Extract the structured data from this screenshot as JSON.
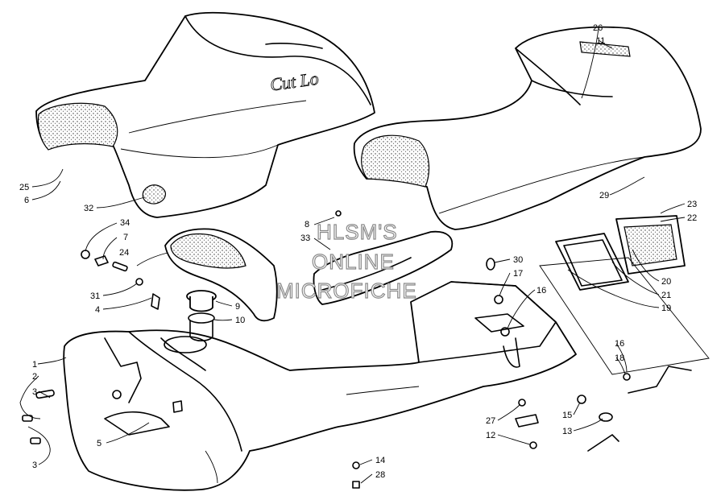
{
  "watermark": {
    "line1": "HLSM'S",
    "line2": "ONLINE",
    "line3": "MICROFICHE"
  },
  "signature_text": "Cut Lo",
  "callouts": [
    {
      "id": "c25",
      "label": "25"
    },
    {
      "id": "c6",
      "label": "6"
    },
    {
      "id": "c32",
      "label": "32"
    },
    {
      "id": "c34",
      "label": "34"
    },
    {
      "id": "c7",
      "label": "7"
    },
    {
      "id": "c24",
      "label": "24"
    },
    {
      "id": "c31",
      "label": "31"
    },
    {
      "id": "c4",
      "label": "4"
    },
    {
      "id": "c9",
      "label": "9"
    },
    {
      "id": "c10",
      "label": "10"
    },
    {
      "id": "c8",
      "label": "8"
    },
    {
      "id": "c33",
      "label": "33"
    },
    {
      "id": "c26",
      "label": "26"
    },
    {
      "id": "c11",
      "label": "11"
    },
    {
      "id": "c29",
      "label": "29"
    },
    {
      "id": "c23",
      "label": "23"
    },
    {
      "id": "c22",
      "label": "22"
    },
    {
      "id": "c20",
      "label": "20"
    },
    {
      "id": "c21",
      "label": "21"
    },
    {
      "id": "c19",
      "label": "19"
    },
    {
      "id": "c30",
      "label": "30"
    },
    {
      "id": "c17",
      "label": "17"
    },
    {
      "id": "c16a",
      "label": "16"
    },
    {
      "id": "c16b",
      "label": "16"
    },
    {
      "id": "c18",
      "label": "18"
    },
    {
      "id": "c15",
      "label": "15"
    },
    {
      "id": "c13",
      "label": "13"
    },
    {
      "id": "c27",
      "label": "27"
    },
    {
      "id": "c12",
      "label": "12"
    },
    {
      "id": "c14",
      "label": "14"
    },
    {
      "id": "c28",
      "label": "28"
    },
    {
      "id": "c1",
      "label": "1"
    },
    {
      "id": "c2",
      "label": "2"
    },
    {
      "id": "c3a",
      "label": "3"
    },
    {
      "id": "c3b",
      "label": "3"
    },
    {
      "id": "c5",
      "label": "5"
    }
  ]
}
